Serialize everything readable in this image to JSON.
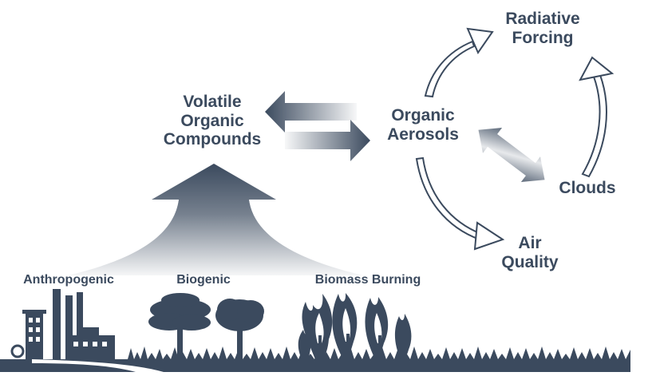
{
  "diagram": {
    "voc": {
      "line1": "Volatile",
      "line2": "Organic",
      "line3": "Compounds"
    },
    "organic_aerosols": {
      "line1": "Organic",
      "line2": "Aerosols"
    },
    "radiative_forcing": {
      "line1": "Radiative",
      "line2": "Forcing"
    },
    "clouds": "Clouds",
    "air_quality": {
      "line1": "Air",
      "line2": "Quality"
    },
    "sources": {
      "anthropogenic": "Anthropogenic",
      "biogenic": "Biogenic",
      "biomass_burning": "Biomass Burning"
    },
    "colors": {
      "ink": "#3b4a5e",
      "background": "#ffffff"
    }
  }
}
